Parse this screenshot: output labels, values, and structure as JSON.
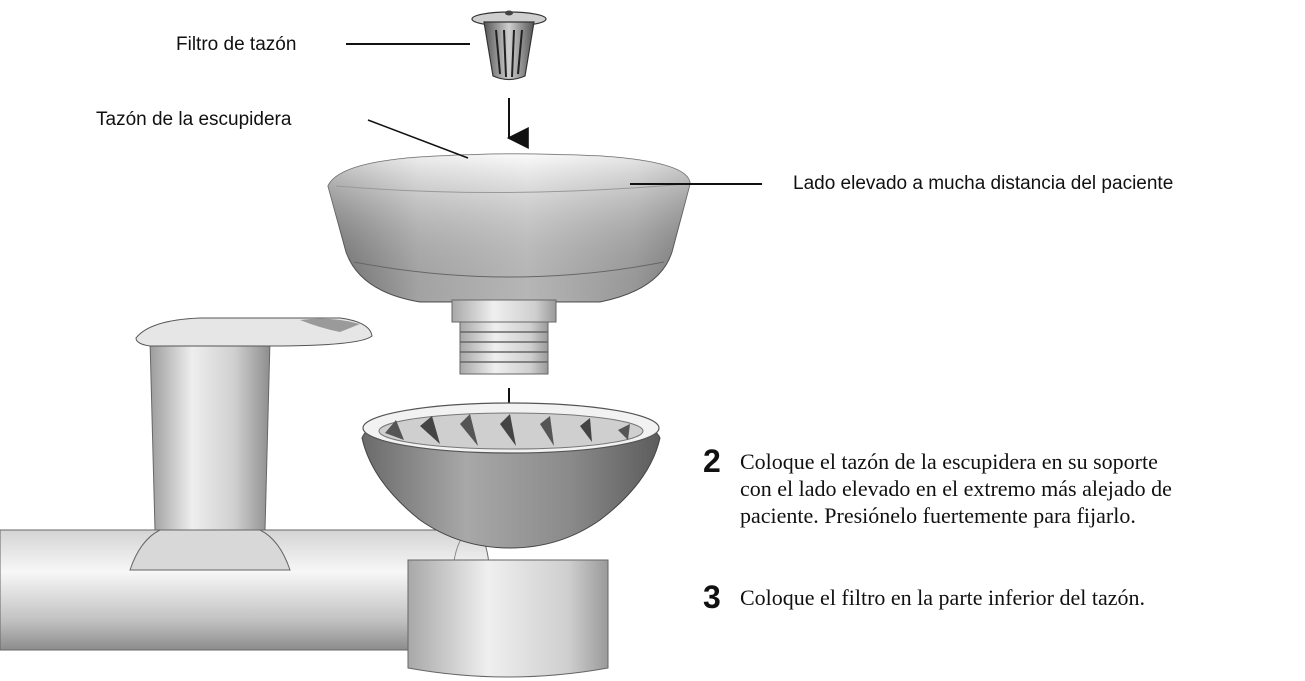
{
  "callouts": {
    "bowl_filter": "Filtro de tazón",
    "cuspidor_bowl": "Tazón de la escupidera",
    "raised_side": "Lado elevado a mucha distancia del paciente"
  },
  "steps": [
    {
      "number": "2",
      "lines": [
        "Coloque el tazón de la escupidera en su soporte",
        "con el lado elevado en el extremo más alejado de",
        "paciente. Presiónelo fuertemente para fijarlo."
      ]
    },
    {
      "number": "3",
      "lines": [
        "Coloque el filtro en la parte inferior del tazón."
      ]
    }
  ],
  "colors": {
    "line": "#111111",
    "body_light": "#f2f2f2",
    "body_mid": "#c8c8c8",
    "body_dark": "#7a7a7a"
  }
}
